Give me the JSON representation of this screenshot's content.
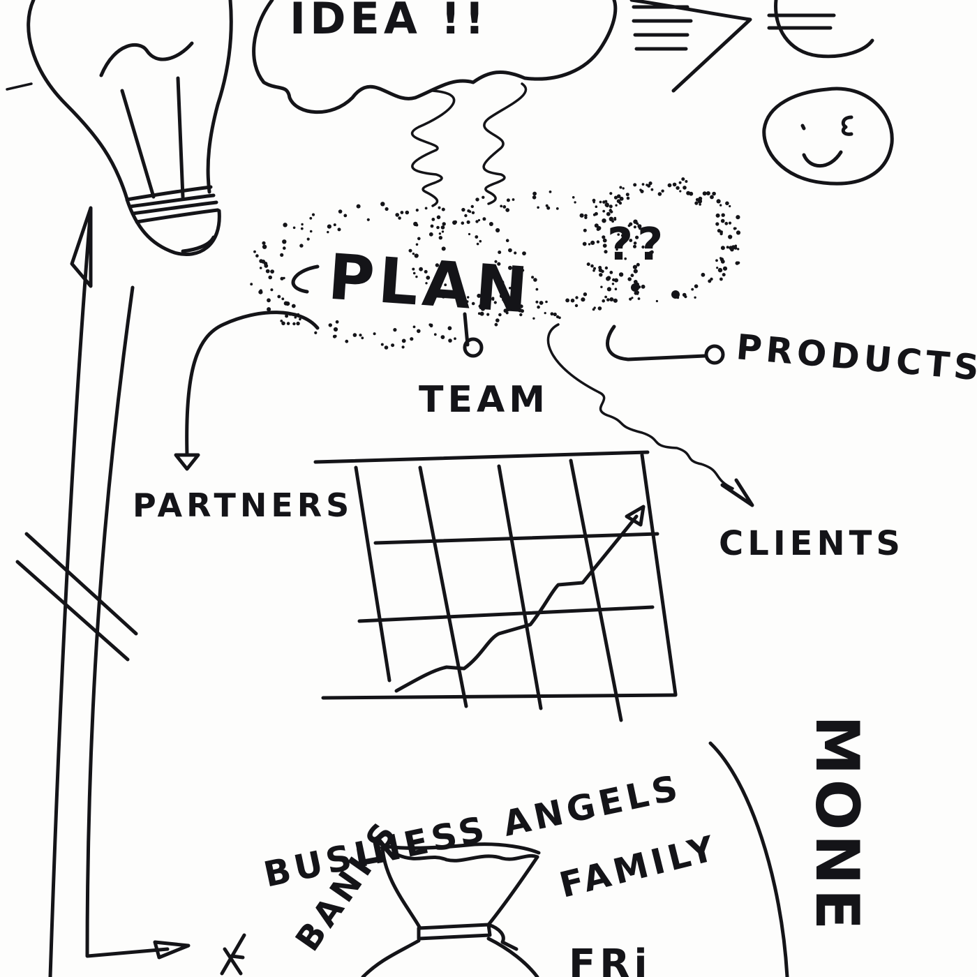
{
  "colors": {
    "ink": "#141418",
    "paper": "#fdfdfc"
  },
  "idea": {
    "label": "IDEA !!",
    "icon": "lightbulb-icon"
  },
  "result": {
    "currency": "€",
    "face_icon": "winking-smiley-icon"
  },
  "plan": {
    "label": "PLAN",
    "questions": "??"
  },
  "branches": {
    "team": "TEAM",
    "products": "PRODUCTS",
    "partners": "PARTNERS",
    "clients": "CLIENTS"
  },
  "funding": {
    "business_angels": "BUSINESS ANGELS",
    "banks": "BANKS",
    "family": "FAMILY",
    "friends_partial": "FRi",
    "money_partial": "MONE"
  },
  "chart": {
    "icon": "growth-chart-icon"
  }
}
